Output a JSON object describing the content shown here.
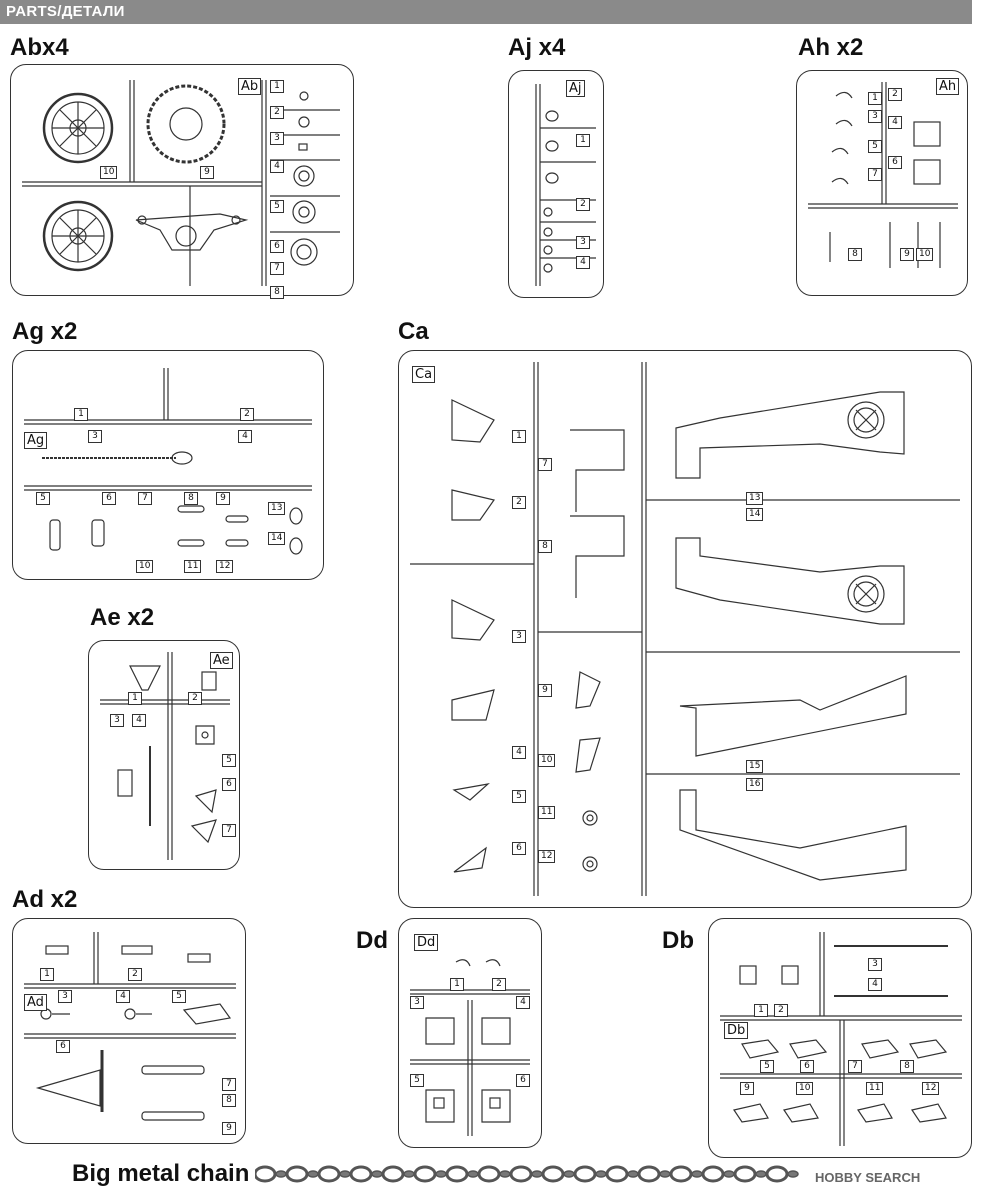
{
  "header": {
    "title": "PARTS/ДЕТАЛИ"
  },
  "sprues": [
    {
      "id": "ab",
      "label": "Abx4",
      "tag": "Ab",
      "parts": [
        "1",
        "2",
        "3",
        "4",
        "5",
        "6",
        "7",
        "8",
        "9",
        "10"
      ]
    },
    {
      "id": "aj",
      "label": "Aj x4",
      "tag": "Aj",
      "parts": [
        "1",
        "2",
        "3",
        "4"
      ]
    },
    {
      "id": "ah",
      "label": "Ah x2",
      "tag": "Ah",
      "parts": [
        "1",
        "2",
        "3",
        "4",
        "5",
        "6",
        "7",
        "8",
        "9",
        "10"
      ]
    },
    {
      "id": "ag",
      "label": "Ag x2",
      "tag": "Ag",
      "parts": [
        "1",
        "2",
        "3",
        "4",
        "5",
        "6",
        "7",
        "8",
        "9",
        "10",
        "11",
        "12",
        "13",
        "14"
      ]
    },
    {
      "id": "ca",
      "label": "Ca",
      "tag": "Ca",
      "parts": [
        "1",
        "2",
        "3",
        "4",
        "5",
        "6",
        "7",
        "8",
        "9",
        "10",
        "11",
        "12",
        "13",
        "14",
        "15",
        "16"
      ]
    },
    {
      "id": "ae",
      "label": "Ae x2",
      "tag": "Ae",
      "parts": [
        "1",
        "2",
        "3",
        "4",
        "5",
        "6",
        "7"
      ]
    },
    {
      "id": "ad",
      "label": "Ad x2",
      "tag": "Ad",
      "parts": [
        "1",
        "2",
        "3",
        "4",
        "5",
        "6",
        "7",
        "8",
        "9"
      ]
    },
    {
      "id": "dd",
      "label": "Dd",
      "tag": "Dd",
      "parts": [
        "1",
        "2",
        "3",
        "4",
        "5",
        "6"
      ]
    },
    {
      "id": "db",
      "label": "Db",
      "tag": "Db",
      "parts": [
        "1",
        "2",
        "3",
        "4",
        "5",
        "6",
        "7",
        "8",
        "9",
        "10",
        "11",
        "12"
      ]
    }
  ],
  "chain": {
    "label": "Big metal chain"
  },
  "watermark": {
    "text": "HOBBY SEARCH"
  }
}
